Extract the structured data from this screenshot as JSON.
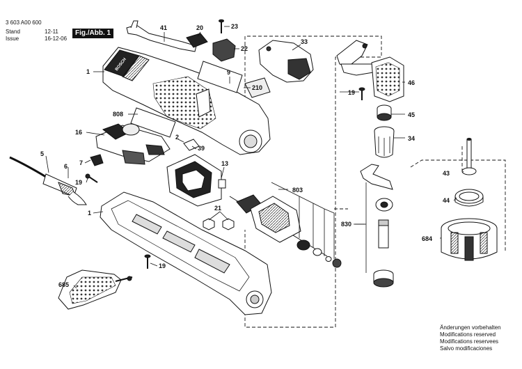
{
  "header": {
    "doc_number": "3 603 A00 600",
    "stand_label": "Stand",
    "stand_value": "12-11",
    "issue_label": "Issue",
    "issue_value": "16-12-06",
    "figure_label": "Fig./Abb. 1"
  },
  "brand_mark": "BOSCH",
  "part_labels": {
    "p1a": "1",
    "p1b": "1",
    "p2": "2",
    "p5": "5",
    "p6": "6",
    "p7": "7",
    "p9": "9",
    "p13": "13",
    "p16": "16",
    "p19a": "19",
    "p19b": "19",
    "p19c": "19",
    "p20": "20",
    "p21": "21",
    "p22": "22",
    "p23": "23",
    "p33": "33",
    "p34": "34",
    "p39": "39",
    "p41": "41",
    "p43": "43",
    "p44": "44",
    "p45": "45",
    "p46": "46",
    "p210": "210",
    "p684": "684",
    "p685": "685",
    "p803": "803",
    "p808": "808",
    "p830": "830"
  },
  "notes": [
    "Änderungen vorbehalten",
    "Modifications reserved",
    "Modifications reservees",
    "Salvo modificaciones"
  ]
}
